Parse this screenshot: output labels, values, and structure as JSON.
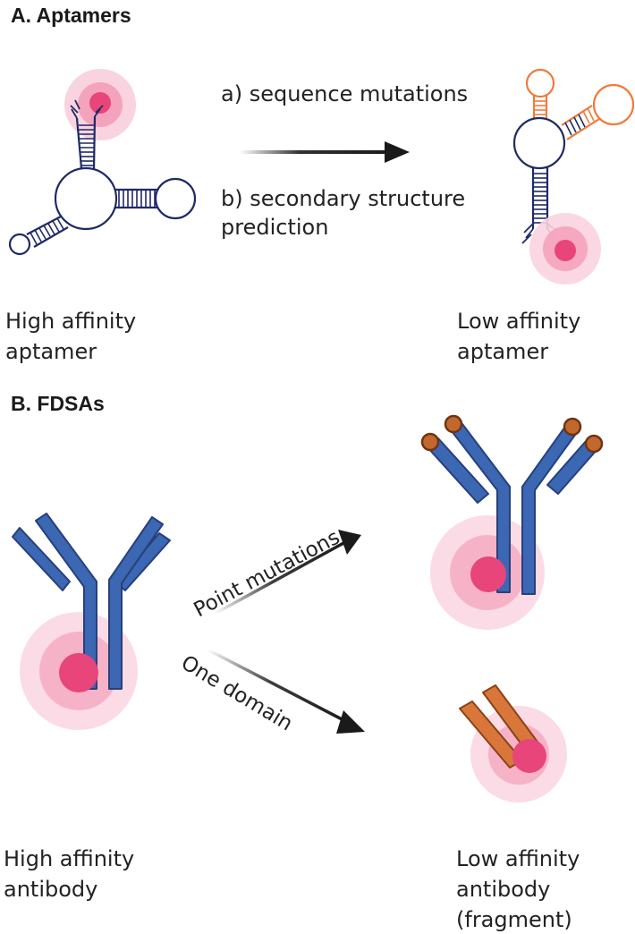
{
  "section_a": {
    "heading": "A. Aptamers",
    "arrow_labels": [
      "a) sequence mutations",
      "b) secondary structure",
      "prediction"
    ],
    "left_caption": [
      "High affinity",
      "aptamer"
    ],
    "right_caption": [
      "Low affinity",
      "aptamer"
    ]
  },
  "section_b": {
    "heading": "B. FDSAs",
    "arrow_upper_label": "Point mutations",
    "arrow_lower_label": "One domain",
    "left_caption": [
      "High affinity",
      "antibody"
    ],
    "right_caption": [
      "Low affinity",
      "antibody",
      "(fragment)"
    ]
  },
  "colors": {
    "aptamer_stroke": "#1f2a66",
    "mutated_aptamer_stroke": "#f07a3a",
    "antibody_blue": "#3b67b3",
    "antibody_outline": "#27407a",
    "fragment_orange": "#d9773a",
    "fragment_outline": "#8a4316",
    "tip_fill": "#c2682d",
    "target_core": "#e8457a",
    "target_glow": "#f7c5d4"
  }
}
